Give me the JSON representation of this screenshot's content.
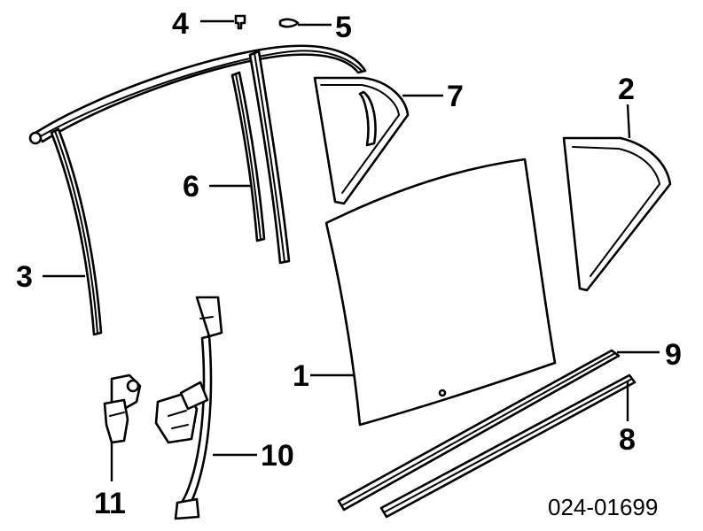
{
  "callouts": {
    "c1": "1",
    "c2": "2",
    "c3": "3",
    "c4": "4",
    "c5": "5",
    "c6": "6",
    "c7": "7",
    "c8": "8",
    "c9": "9",
    "c10": "10",
    "c11": "11"
  },
  "diagram_number": "024-01699"
}
